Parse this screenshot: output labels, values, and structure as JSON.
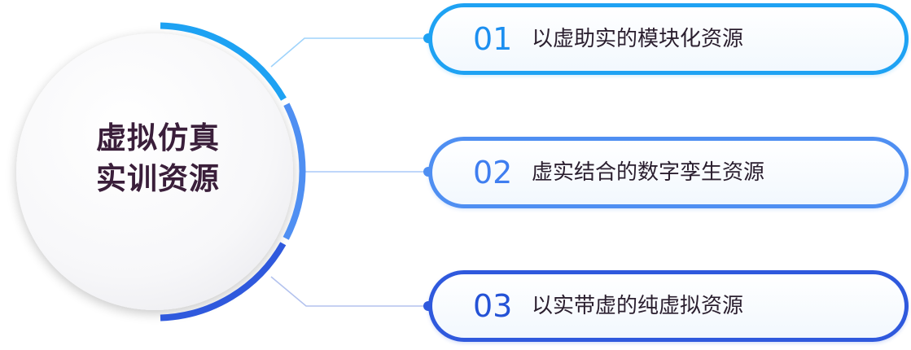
{
  "center": {
    "line1": "虚拟仿真",
    "line2": "实训资源"
  },
  "items": [
    {
      "number": "01",
      "label": "以虚助实的模块化资源"
    },
    {
      "number": "02",
      "label": "虚实结合的数字孪生资源"
    },
    {
      "number": "03",
      "label": "以实带虚的纯虚拟资源"
    }
  ]
}
